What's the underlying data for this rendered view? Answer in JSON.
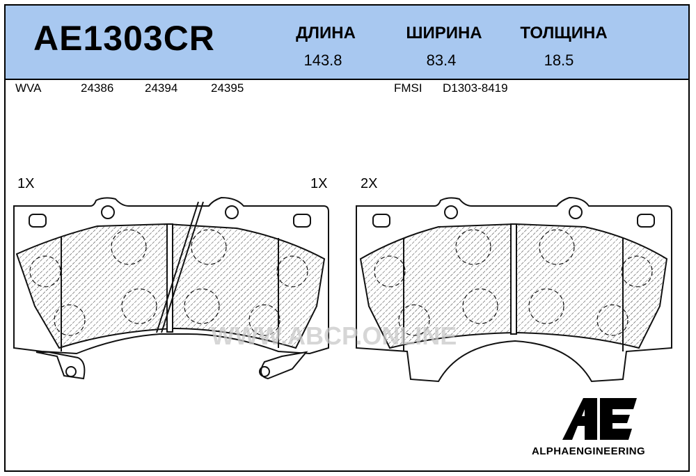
{
  "header": {
    "part_number": "AE1303CR",
    "dimensions": [
      {
        "label": "ДЛИНА",
        "value": "143.8"
      },
      {
        "label": "ШИРИНА",
        "value": "83.4"
      },
      {
        "label": "ТОЛЩИНА",
        "value": "18.5"
      }
    ],
    "background_color": "#a8c8f0"
  },
  "references": {
    "wva_label": "WVA",
    "wva_numbers": [
      "24386",
      "24394",
      "24395"
    ],
    "fmsi_label": "FMSI",
    "fmsi_number": "D1303-8419"
  },
  "drawing": {
    "left_pad_qty_left": "1X",
    "left_pad_qty_right": "1X",
    "right_pad_qty": "2X"
  },
  "watermark": "WWW.ABCP.ONLINE",
  "brand": {
    "logo_letters": "AE",
    "name": "ALPHAENGINEERING"
  }
}
